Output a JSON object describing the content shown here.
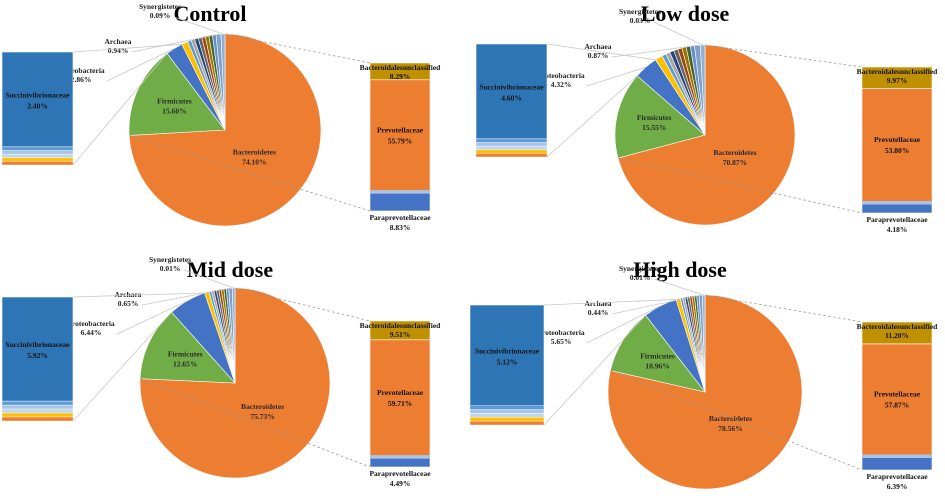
{
  "colors": {
    "Bacteroidetes": "#ed7d31",
    "Firmicutes": "#70ad47",
    "Proteobacteria": "#4472c4",
    "minor": [
      "#ffc000",
      "#5b9bd5",
      "#a5a5a5",
      "#264478",
      "#636363",
      "#9e480e",
      "#997300",
      "#43682b",
      "#698ed0"
    ],
    "Archaea": "#7fa1c4",
    "Synergistetes": "#8eb0d8",
    "Prevotellaceae": "#ed7d31",
    "Paraprevotellaceae": "#4472c4",
    "Bacteroidales unclassified": "#bf9000",
    "Succinivibrionaceae": "#2e75b6"
  },
  "chart_data": [
    {
      "type": "pie",
      "title": "Control",
      "pie": [
        {
          "name": "Bacteroidetes",
          "label": "Bacteroidetes",
          "value": 74.1,
          "display": "74.10%"
        },
        {
          "name": "Firmicutes",
          "label": "Firmicutes",
          "value": 15.6,
          "display": "15.60%"
        },
        {
          "name": "Proteobacteria",
          "label": "Proteobacteria",
          "value": 2.86,
          "display": "2.86%"
        },
        {
          "name": "Archaea",
          "label": "Archaea",
          "value": 0.94,
          "display": "0.94%"
        },
        {
          "name": "Synergistetes",
          "label": "Synergistetes",
          "value": 0.09,
          "display": "0.09%"
        }
      ],
      "bacteroidetes_breakdown": [
        {
          "name": "Bacteroidales unclassified",
          "label": "Bacteroidalesunclassified",
          "value": 8.29,
          "display": "8.29%"
        },
        {
          "name": "Prevotellaceae",
          "label": "Prevotellaceae",
          "value": 55.79,
          "display": "55.79%"
        },
        {
          "name": "Paraprevotellaceae",
          "label": "Paraprevotellaceae",
          "value": 8.83,
          "display": "8.83%"
        }
      ],
      "proteobacteria_breakdown": [
        {
          "name": "Succinivibrionaceae",
          "label": "Succinivibrionaceae",
          "value": 2.4,
          "display": "2.40%"
        }
      ]
    },
    {
      "type": "pie",
      "title": "Low dose",
      "pie": [
        {
          "name": "Bacteroidetes",
          "label": "Bacteroidetes",
          "value": 70.87,
          "display": "70.87%"
        },
        {
          "name": "Firmicutes",
          "label": "Firmicutes",
          "value": 15.55,
          "display": "15.55%"
        },
        {
          "name": "Proteobacteria",
          "label": "Proteobacteria",
          "value": 4.32,
          "display": "4.32%"
        },
        {
          "name": "Archaea",
          "label": "Archaea",
          "value": 0.87,
          "display": "0.87%"
        },
        {
          "name": "Synergistetes",
          "label": "Synergistetes",
          "value": 0.03,
          "display": "0.03%"
        }
      ],
      "bacteroidetes_breakdown": [
        {
          "name": "Bacteroidales unclassified",
          "label": "Bacteroidalesunclassified",
          "value": 9.97,
          "display": "9.97%"
        },
        {
          "name": "Prevotellaceae",
          "label": "Prevotellaceae",
          "value": 53.8,
          "display": "53.80%"
        },
        {
          "name": "Paraprevotellaceae",
          "label": "Paraprevotellaceae",
          "value": 4.18,
          "display": "4.18%"
        }
      ],
      "proteobacteria_breakdown": [
        {
          "name": "Succinivibrionaceae",
          "label": "Succinivibrionaceae",
          "value": 4.6,
          "display": "4.60%"
        }
      ]
    },
    {
      "type": "pie",
      "title": "Mid dose",
      "pie": [
        {
          "name": "Bacteroidetes",
          "label": "Bacteroidetes",
          "value": 75.73,
          "display": "75.73%"
        },
        {
          "name": "Firmicutes",
          "label": "Firmicutes",
          "value": 12.65,
          "display": "12.65%"
        },
        {
          "name": "Proteobacteria",
          "label": "Proteobacteria",
          "value": 6.44,
          "display": "6.44%"
        },
        {
          "name": "Archaea",
          "label": "Archaea",
          "value": 0.65,
          "display": "0.65%"
        },
        {
          "name": "Synergistetes",
          "label": "Synergistetes",
          "value": 0.01,
          "display": "0.01%"
        }
      ],
      "bacteroidetes_breakdown": [
        {
          "name": "Bacteroidales unclassified",
          "label": "Bacteroidalesunclassified",
          "value": 9.51,
          "display": "9.51%"
        },
        {
          "name": "Prevotellaceae",
          "label": "Prevotellaceae",
          "value": 59.71,
          "display": "59.71%"
        },
        {
          "name": "Paraprevotellaceae",
          "label": "Paraprevotellaceae",
          "value": 4.49,
          "display": "4.49%"
        }
      ],
      "proteobacteria_breakdown": [
        {
          "name": "Succinivibrionaceae",
          "label": "Succinivibrionaceae",
          "value": 5.92,
          "display": "5.92%"
        }
      ]
    },
    {
      "type": "pie",
      "title": "High dose",
      "pie": [
        {
          "name": "Bacteroidetes",
          "label": "Bacteroidetes",
          "value": 78.56,
          "display": "78.56%"
        },
        {
          "name": "Firmicutes",
          "label": "Firmicutes",
          "value": 10.96,
          "display": "10.96%"
        },
        {
          "name": "Proteobacteria",
          "label": "Proteobacteria",
          "value": 5.65,
          "display": "5.65%"
        },
        {
          "name": "Archaea",
          "label": "Archaea",
          "value": 0.44,
          "display": "0.44%"
        },
        {
          "name": "Synergistetes",
          "label": "Synergistetes",
          "value": 0.01,
          "display": "0.01%"
        }
      ],
      "bacteroidetes_breakdown": [
        {
          "name": "Bacteroidales unclassified",
          "label": "Bacteroidalesunclassified",
          "value": 11.2,
          "display": "11.20%"
        },
        {
          "name": "Prevotellaceae",
          "label": "Prevotellaceae",
          "value": 57.87,
          "display": "57.87%"
        },
        {
          "name": "Paraprevotellaceae",
          "label": "Paraprevotellaceae",
          "value": 6.39,
          "display": "6.39%"
        }
      ],
      "proteobacteria_breakdown": [
        {
          "name": "Succinivibrionaceae",
          "label": "Succinivibrionaceae",
          "value": 5.12,
          "display": "5.12%"
        }
      ]
    }
  ]
}
